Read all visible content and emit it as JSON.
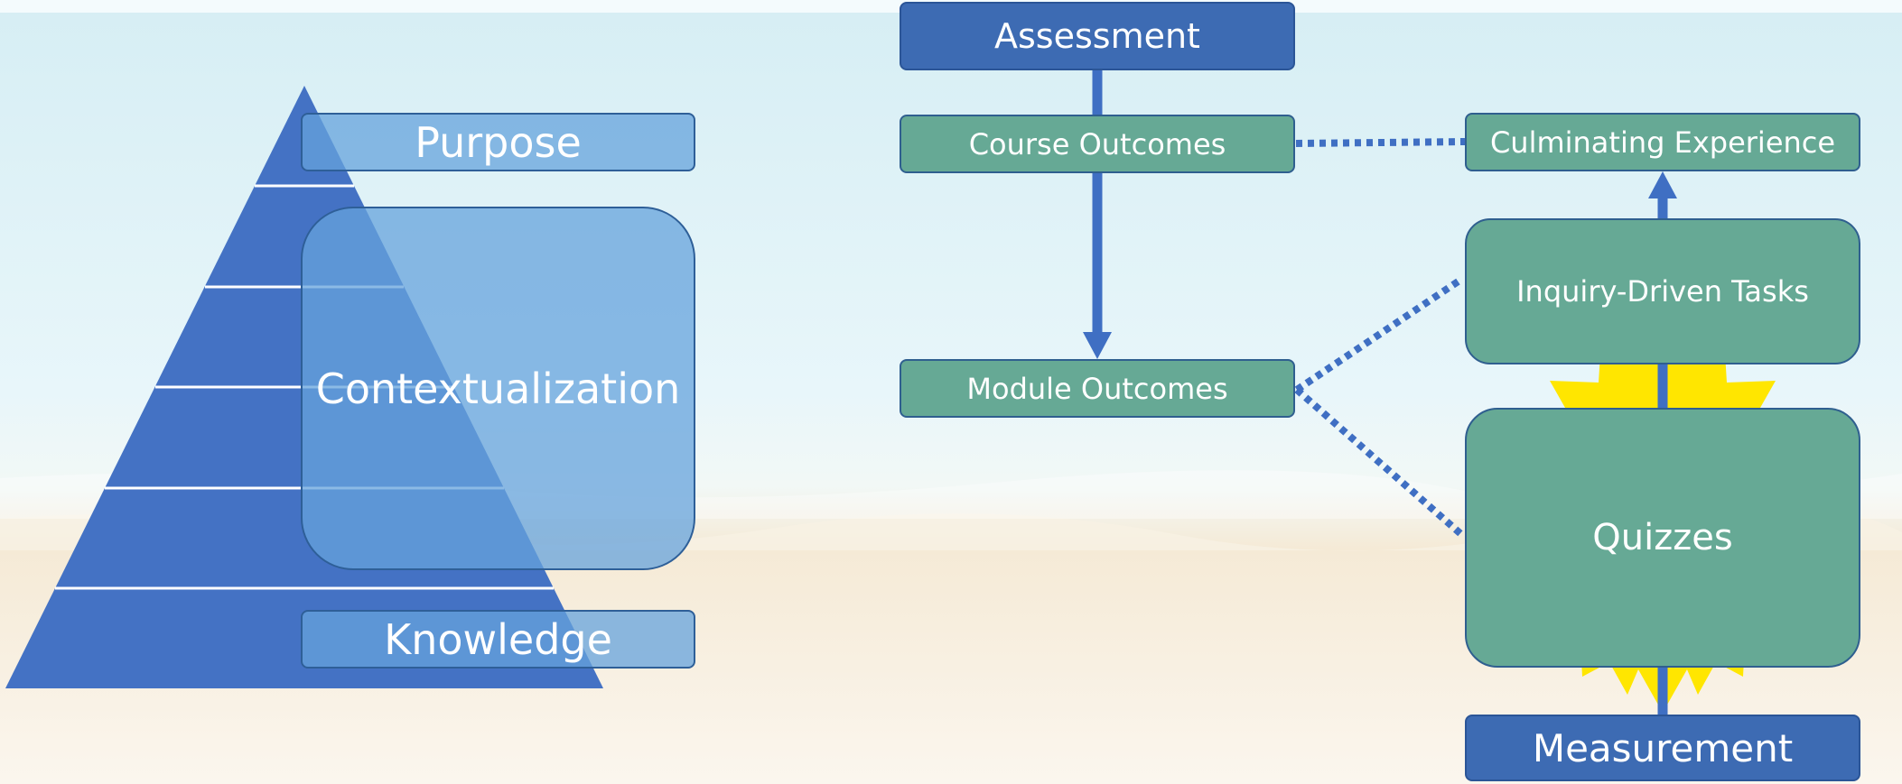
{
  "pyramid": {
    "labels": {
      "top": "Purpose",
      "middle": "Contextualization",
      "bottom": "Knowledge"
    }
  },
  "flow": {
    "assessment": "Assessment",
    "course_outcomes": "Course Outcomes",
    "module_outcomes": "Module Outcomes",
    "culminating_experience": "Culminating Experience",
    "inquiry_driven_tasks": "Inquiry-Driven Tasks",
    "quizzes": "Quizzes",
    "measurement": "Measurement"
  },
  "colors": {
    "pyramid_fill": "#4472c4",
    "box_blue": "#3d6bb3",
    "box_green": "#66a995",
    "overlay_fill": "#7fb0e0",
    "connector": "#3f6fc3",
    "starburst": "#ffe600"
  }
}
